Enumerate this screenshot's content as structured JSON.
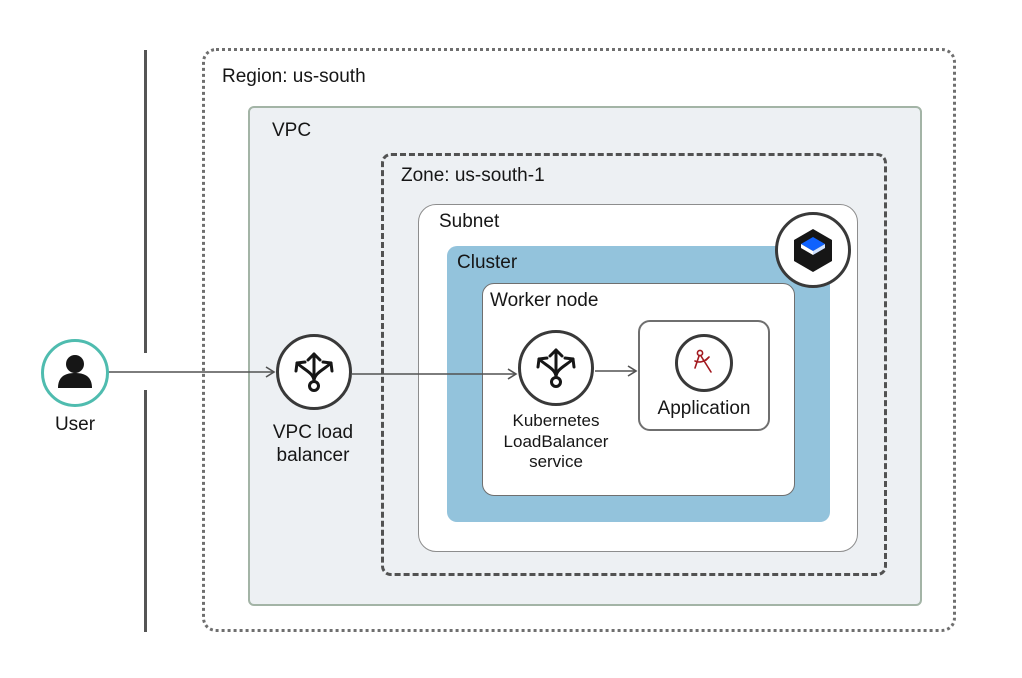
{
  "region": {
    "label": "Region: us-south"
  },
  "vpc": {
    "label": "VPC"
  },
  "zone": {
    "label": "Zone: us-south-1"
  },
  "subnet": {
    "label": "Subnet"
  },
  "cluster": {
    "label": "Cluster"
  },
  "worker_node": {
    "label": "Worker node"
  },
  "user": {
    "label": "User",
    "icon": "person-icon",
    "color": "#4fbcaf"
  },
  "vpc_load_balancer": {
    "label_line1": "VPC load",
    "label_line2": "balancer",
    "icon": "load-balancer-icon"
  },
  "k8s_load_balancer": {
    "label_line1": "Kubernetes",
    "label_line2": "LoadBalancer",
    "label_line3": "service",
    "icon": "load-balancer-icon"
  },
  "application": {
    "label": "Application",
    "icon": "compass-drafting-icon",
    "icon_color": "#a2191f"
  },
  "kubernetes_service_icon": {
    "icon": "ibm-kubernetes-service-icon",
    "color": "#0f62fe"
  },
  "colors": {
    "cluster_fill": "#93c3dc",
    "vpc_fill": "#edf0f3",
    "vpc_border": "#a3b4a6"
  }
}
